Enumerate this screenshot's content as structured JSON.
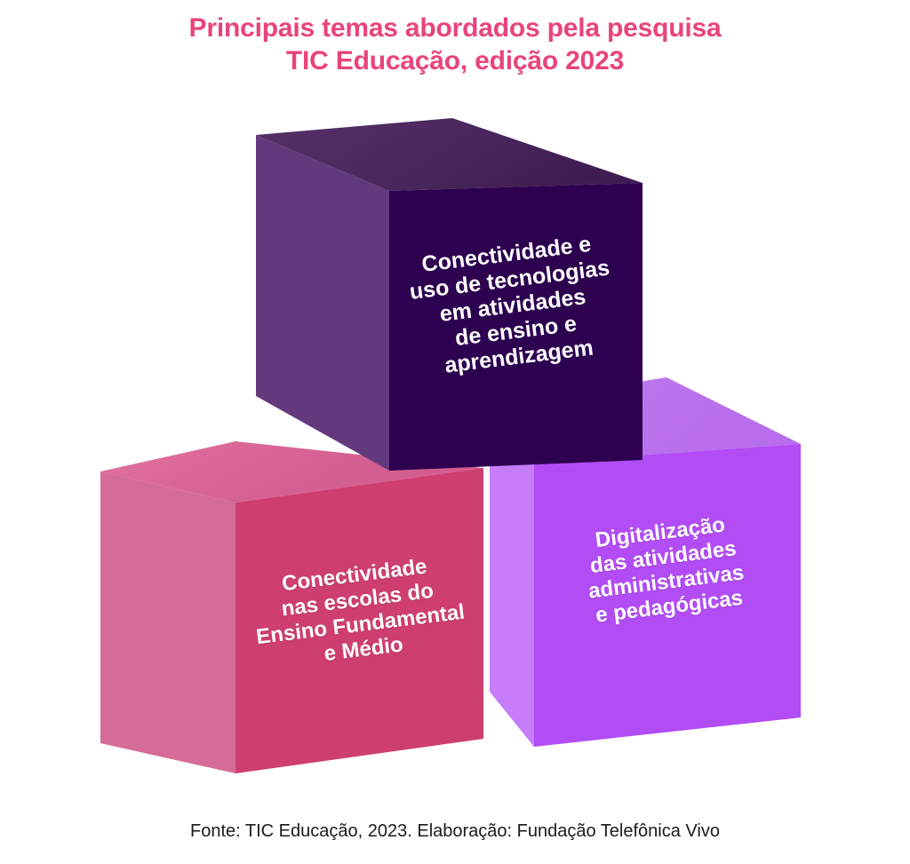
{
  "title": {
    "line1": "Principais temas abordados pela pesquisa",
    "line2": "TIC Educação, edição 2023",
    "color": "#E8447B"
  },
  "footer": {
    "text": "Fonte: TIC Educação, 2023. Elaboração: Fundação Telefônica Vivo"
  },
  "chart_data": {
    "type": "diagram",
    "subtype": "isometric-cube-stack",
    "title": "Principais temas abordados pela pesquisa TIC Educação, edição 2023",
    "source_note": "Fonte: TIC Educação, 2023. Elaboração: Fundação Telefônica Vivo",
    "background": "#ffffff",
    "text_color": "#ffffff",
    "text_rotation_deg": -7,
    "items": [
      {
        "id": "cube-top",
        "position": "top-center",
        "label": "Conectividade e\nuso de tecnologias\nem atividades\nde ensino e\naprendizagem",
        "lines": [
          "Conectividade e",
          "uso de tecnologias",
          "em atividades",
          "de ensino e",
          "aprendizagem"
        ],
        "colors": {
          "front": "#2E0050",
          "left": "#63397E",
          "top": "#46205C"
        }
      },
      {
        "id": "cube-left",
        "position": "bottom-left",
        "label": "Conectividade\nnas escolas do\nEnsino Fundamental\ne Médio",
        "lines": [
          "Conectividade",
          "nas escolas do",
          "Ensino Fundamental",
          "e Médio"
        ],
        "colors": {
          "front": "#CE3E70",
          "left": "#D46C97",
          "top": "#DF6296"
        }
      },
      {
        "id": "cube-right",
        "position": "bottom-right",
        "label": "Digitalização\ndas atividades\nadministrativas\ne pedagógicas",
        "lines": [
          "Digitalização",
          "das atividades",
          "administrativas",
          "e pedagógicas"
        ],
        "colors": {
          "front": "#B24DF5",
          "left": "#C77DFA",
          "top": "#C273F8"
        }
      }
    ]
  }
}
